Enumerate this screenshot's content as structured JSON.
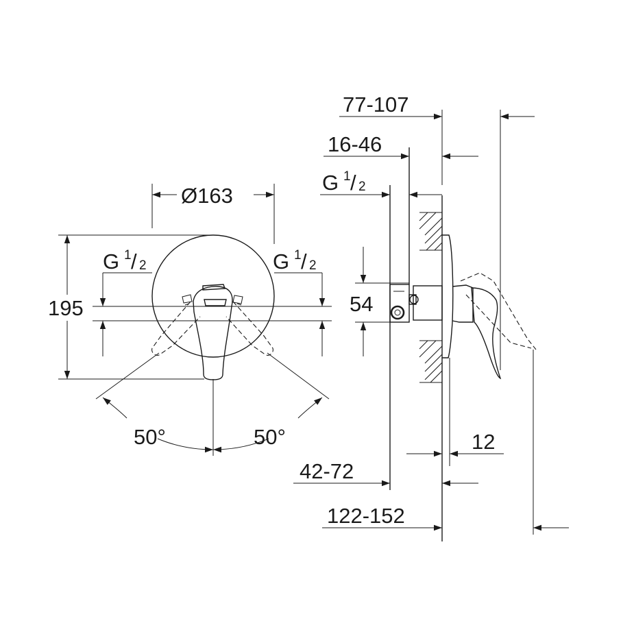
{
  "front_view": {
    "diameter_label": "Ø163",
    "height_label": "195",
    "thread_left": {
      "base": "G",
      "numerator": "1",
      "denominator": "2"
    },
    "thread_right": {
      "base": "G",
      "numerator": "1",
      "denominator": "2"
    },
    "angle_left": "50°",
    "angle_right": "50°"
  },
  "side_view": {
    "dim_77_107": "77-107",
    "dim_16_46": "16-46",
    "thread": {
      "base": "G",
      "numerator": "1",
      "denominator": "2"
    },
    "dim_54": "54",
    "dim_12": "12",
    "dim_42_72": "42-72",
    "dim_122_152": "122-152"
  }
}
